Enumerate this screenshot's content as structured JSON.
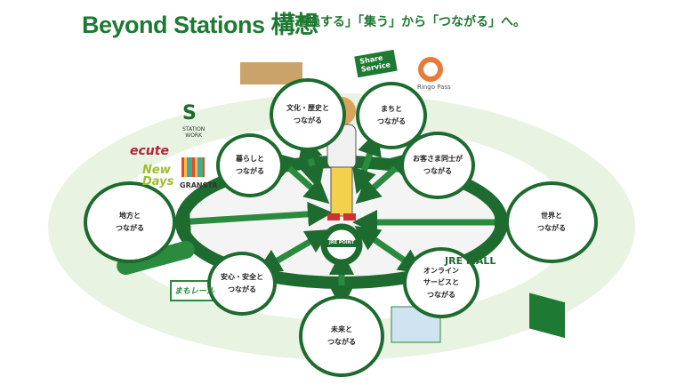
{
  "title": "Beyond Stations 構想",
  "subtitle": "「通過する」「集う」から「つながる」へ。",
  "nodes": {
    "culture": "文化・歴史と\nつながる",
    "town": "まちと\nつながる",
    "life": "暮らしと\nつながる",
    "customers": "お客さま同士が\nつながる",
    "region": "地方と\nつながる",
    "world": "世界と\nつながる",
    "safety": "安心・安全と\nつながる",
    "online": "オンライン\nサービスと\nつながる",
    "future": "未来と\nつながる"
  },
  "logos": {
    "share": "Share\nService",
    "ringo": "Ringo Pass",
    "station_work": "STATION\nWORK",
    "ecute": "ecute",
    "newdays": "New\nDays",
    "gransta": "GRANSTA",
    "mamorail": "まもレール",
    "jre_mall": "JRE MALL",
    "jre_point": "JRE POINT"
  },
  "colors": {
    "green": "#1e6b2f",
    "light": "#e4f1dc"
  }
}
